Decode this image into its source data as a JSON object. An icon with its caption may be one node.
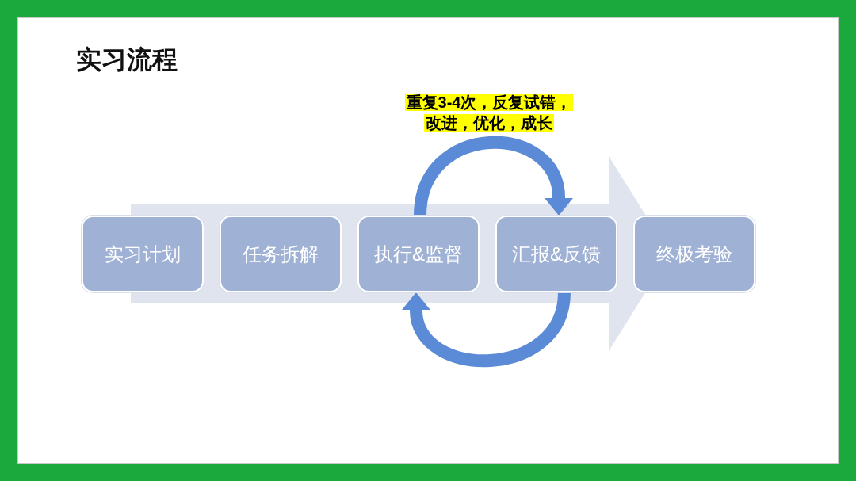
{
  "diagram": {
    "title": "实习流程",
    "nodes": [
      {
        "text": [
          "实习计划"
        ]
      },
      {
        "text": [
          "任务拆解"
        ]
      },
      {
        "text": [
          "执行&监督"
        ]
      },
      {
        "text": [
          "汇报&反馈"
        ]
      },
      {
        "text": [
          "终极考验"
        ]
      }
    ],
    "edges": [
      {
        "from": 2,
        "to": 3,
        "arrow": "to"
      },
      {
        "from": 3,
        "to": 2,
        "arrow": "to"
      }
    ],
    "labels": [
      "重复3-4次，反复试错，改进，优化，成长"
    ]
  }
}
